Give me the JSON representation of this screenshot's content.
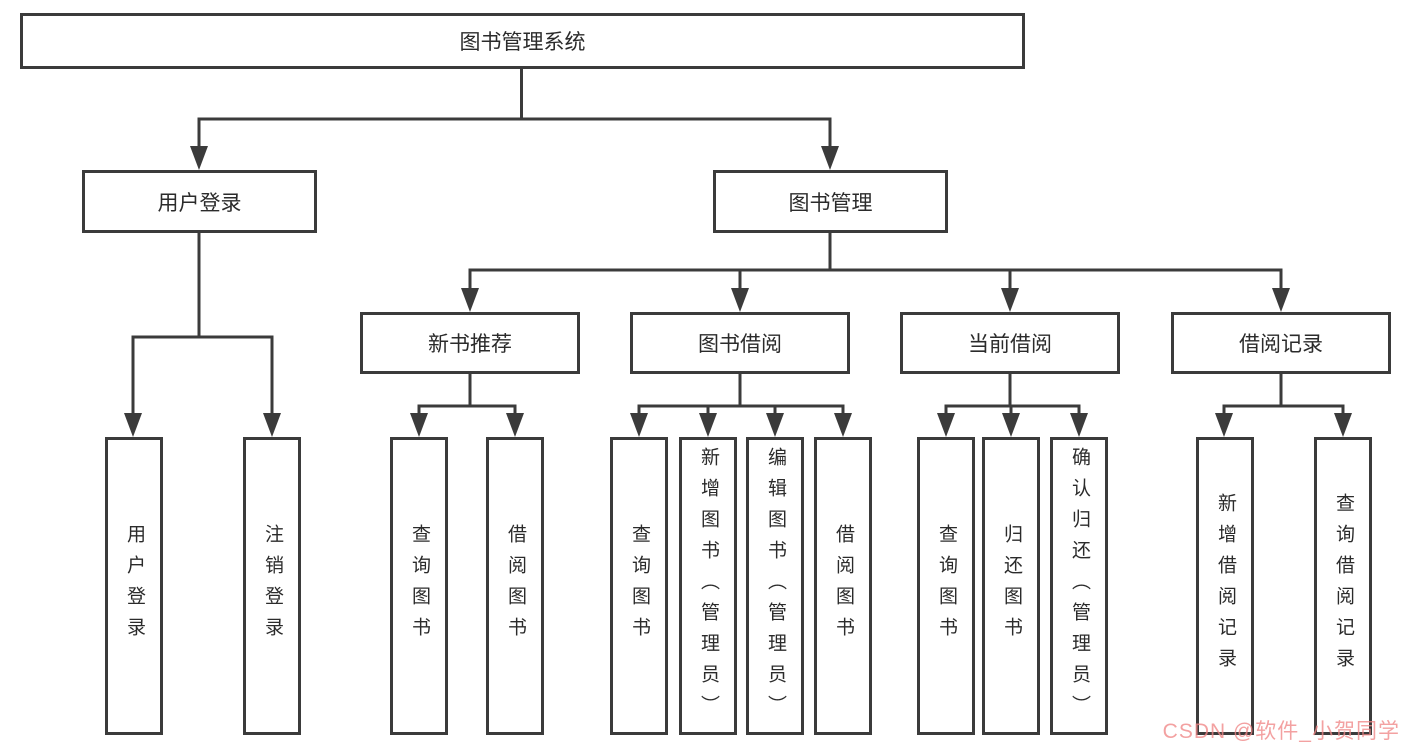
{
  "tree": {
    "root": {
      "label": "图书管理系统"
    },
    "level2": [
      {
        "label": "用户登录"
      },
      {
        "label": "图书管理"
      }
    ],
    "level3": [
      {
        "label": "新书推荐",
        "parent": "图书管理"
      },
      {
        "label": "图书借阅",
        "parent": "图书管理"
      },
      {
        "label": "当前借阅",
        "parent": "图书管理"
      },
      {
        "label": "借阅记录",
        "parent": "图书管理"
      }
    ],
    "leaves": [
      {
        "label": "用户登录",
        "parent": "用户登录"
      },
      {
        "label": "注销登录",
        "parent": "用户登录"
      },
      {
        "label": "查询图书",
        "parent": "新书推荐"
      },
      {
        "label": "借阅图书",
        "parent": "新书推荐"
      },
      {
        "label": "查询图书",
        "parent": "图书借阅"
      },
      {
        "label": "新增图书（管理员）",
        "parent": "图书借阅"
      },
      {
        "label": "编辑图书（管理员）",
        "parent": "图书借阅"
      },
      {
        "label": "借阅图书",
        "parent": "图书借阅"
      },
      {
        "label": "查询图书",
        "parent": "当前借阅"
      },
      {
        "label": "归还图书",
        "parent": "当前借阅"
      },
      {
        "label": "确认归还（管理员）",
        "parent": "当前借阅"
      },
      {
        "label": "新增借阅记录",
        "parent": "借阅记录"
      },
      {
        "label": "查询借阅记录",
        "parent": "借阅记录"
      }
    ]
  },
  "watermark": {
    "text": "CSDN @软件_小贺同学"
  },
  "colors": {
    "line": "#3b3b3b",
    "box_border": "#3b3b3b",
    "text": "#2b2b2b",
    "background": "#ffffff",
    "watermark": "#f08787"
  }
}
